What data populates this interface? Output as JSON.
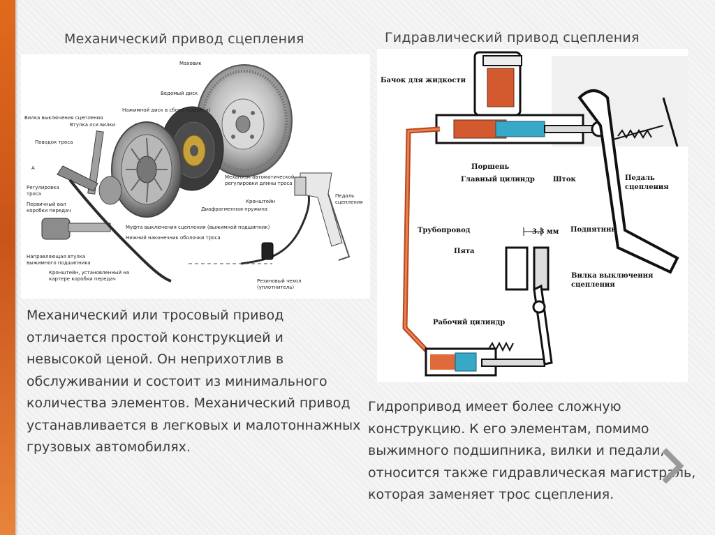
{
  "slide": {
    "left_heading": "Механический привод сцепления",
    "right_heading": "Гидравлический привод сцепления",
    "left_text": "Механический или тросовый привод отличается простой конструкцией и невысокой ценой. Он неприхотлив в обслуживании и состоит из минимального количества элементов. Механический привод устанавливается в легковых и малотоннажных грузовых автомобилях.",
    "right_text": "Гидропривод имеет более сложную конструкцию. К его элементам, помимо выжимного подшипника, вилки и педали, относится также гидравлическая магистраль, которая заменяет трос сцепления."
  },
  "mech_diagram": {
    "labels": {
      "flywheel": "Маховик",
      "driven_disc": "Ведомый диск",
      "pressure_plate": "Нажимной диск в сборе (корзина)",
      "release_fork": "Вилка выключения сцепления",
      "fork_bushing": "Втулка оси вилки",
      "cable_leash": "Поводок троса",
      "cable_adjust_1": "Регулировка",
      "cable_adjust_2": "троса",
      "input_shaft_1": "Первичный вал",
      "input_shaft_2": "коробки передач",
      "guide_sleeve_1": "Направляющая втулка",
      "guide_sleeve_2": "выжимного подшипника",
      "bracket_gearbox_1": "Кронштейн, установленный на",
      "bracket_gearbox_2": "картере коробки передач",
      "auto_adjust_1": "Механизм автоматической",
      "auto_adjust_2": "регулировки длины троса",
      "diaphragm_spring": "Диафрагменная пружина",
      "release_coupling": "Муфта выключения сцепления (выжимной подшипник)",
      "lower_tip": "Нижний наконечник оболочки троса",
      "bracket": "Кронштейн",
      "pedal_1": "Педаль",
      "pedal_2": "сцепления",
      "boot_1": "Резиновый чехол",
      "boot_2": "(уплотнитель)",
      "letter_a": "А"
    }
  },
  "hydro_diagram": {
    "labels": {
      "reservoir": "Бачок для жидкости",
      "piston": "Поршень",
      "master_cylinder": "Главный цилиндр",
      "rod": "Шток",
      "pedal_1": "Педаль",
      "pedal_2": "сцепления",
      "pipeline": "Трубопровод",
      "gap": "3.3 мм",
      "bearing": "Подпятник",
      "heel": "Пята",
      "fork_1": "Вилка выключения",
      "fork_2": "сцепления",
      "slave_cylinder": "Рабочий цилиндр"
    }
  },
  "icons": {
    "next": "chevron-right-icon"
  },
  "colors": {
    "accent": "#e06a1b",
    "fluid": "#e06a3a",
    "fluid_dark": "#b8461f",
    "piston": "#38a8c8"
  }
}
